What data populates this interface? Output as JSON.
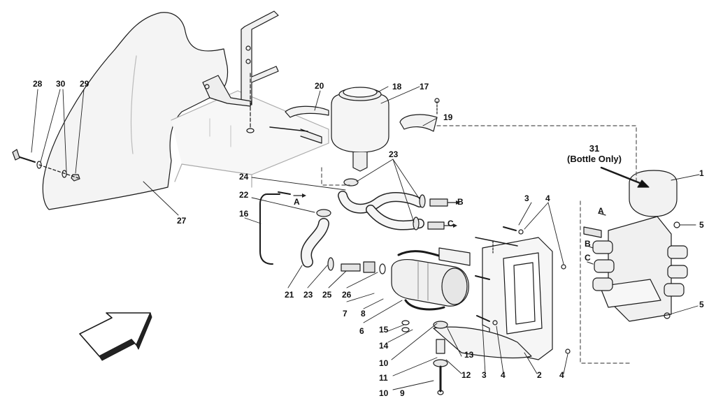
{
  "diagram": {
    "labels": [
      "28",
      "30",
      "29",
      "27",
      "20",
      "18",
      "17",
      "19",
      "24",
      "23",
      "22",
      "A",
      "16",
      "21",
      "23",
      "25",
      "26",
      "B",
      "C",
      "7",
      "8",
      "6",
      "15",
      "14",
      "10",
      "11",
      "10",
      "9",
      "13",
      "12",
      "3",
      "4",
      "2",
      "4",
      "3",
      "4",
      "1",
      "5",
      "5",
      "A",
      "B",
      "C"
    ],
    "note": {
      "line1": "31",
      "line2": "(Bottle Only)"
    }
  }
}
